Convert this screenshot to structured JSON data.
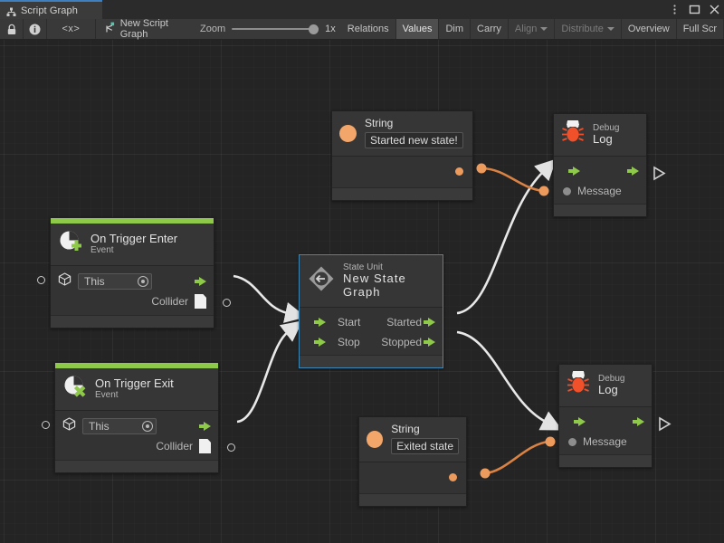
{
  "window": {
    "tab_label": "Script Graph",
    "tab_icon": "graph-hierarchy-icon",
    "controls": [
      {
        "name": "more-options-icon",
        "glyph": "kebab"
      },
      {
        "name": "maximize-icon",
        "glyph": "square"
      },
      {
        "name": "close-icon",
        "glyph": "x"
      }
    ]
  },
  "toolbar": {
    "lock": "lock-icon",
    "info": "info-icon",
    "code": "<x>",
    "graph_name": "New Script Graph",
    "graph_name_icon": "script-graph-icon",
    "zoom_label": "Zoom",
    "zoom_value": "1x",
    "zoom_percent": 100,
    "buttons": [
      {
        "label": "Relations",
        "state": "normal",
        "dropdown": false
      },
      {
        "label": "Values",
        "state": "active",
        "dropdown": false
      },
      {
        "label": "Dim",
        "state": "normal",
        "dropdown": false
      },
      {
        "label": "Carry",
        "state": "normal",
        "dropdown": false
      },
      {
        "label": "Align",
        "state": "dim",
        "dropdown": true
      },
      {
        "label": "Distribute",
        "state": "dim",
        "dropdown": true
      },
      {
        "label": "Overview",
        "state": "normal",
        "dropdown": false
      },
      {
        "label": "Full Scr",
        "state": "normal",
        "dropdown": false
      }
    ]
  },
  "colors": {
    "accent_green": "#8ec94a",
    "flow_arrow": "#8ec94a",
    "value_orange": "#ed9a5d",
    "selection": "#3f87b5",
    "canvas_bg": "#242424",
    "node_bg": "#333333",
    "tab_highlight": "#3f7fbf"
  },
  "nodes": {
    "on_trigger_enter": {
      "title_small": "On Trigger Enter",
      "title_sub": "Event",
      "icon": "on-trigger-enter-icon",
      "target_value": "This",
      "output_flow": "flow-out",
      "output_value_label": "Collider",
      "output_value_icon": "collider-page-icon"
    },
    "on_trigger_exit": {
      "title_small": "On Trigger Exit",
      "title_sub": "Event",
      "icon": "on-trigger-exit-icon",
      "target_value": "This",
      "output_flow": "flow-out",
      "output_value_label": "Collider",
      "output_value_icon": "collider-page-icon"
    },
    "state_unit": {
      "title_small": "State Unit",
      "title_big": "New  State  Graph",
      "icon": "state-unit-icon",
      "inputs": [
        "Start",
        "Stop"
      ],
      "outputs": [
        "Started",
        "Stopped"
      ],
      "selected": true
    },
    "string_top": {
      "title": "String",
      "icon": "string-literal-icon",
      "value": "Started new state!"
    },
    "string_bottom": {
      "title": "String",
      "icon": "string-literal-icon",
      "value": "Exited state"
    },
    "debug_log_top": {
      "title_small": "Debug",
      "title_big": "Log",
      "icon": "debug-bug-icon",
      "input_port_label": "Message"
    },
    "debug_log_bottom": {
      "title_small": "Debug",
      "title_big": "Log",
      "icon": "debug-bug-icon",
      "input_port_label": "Message"
    }
  }
}
